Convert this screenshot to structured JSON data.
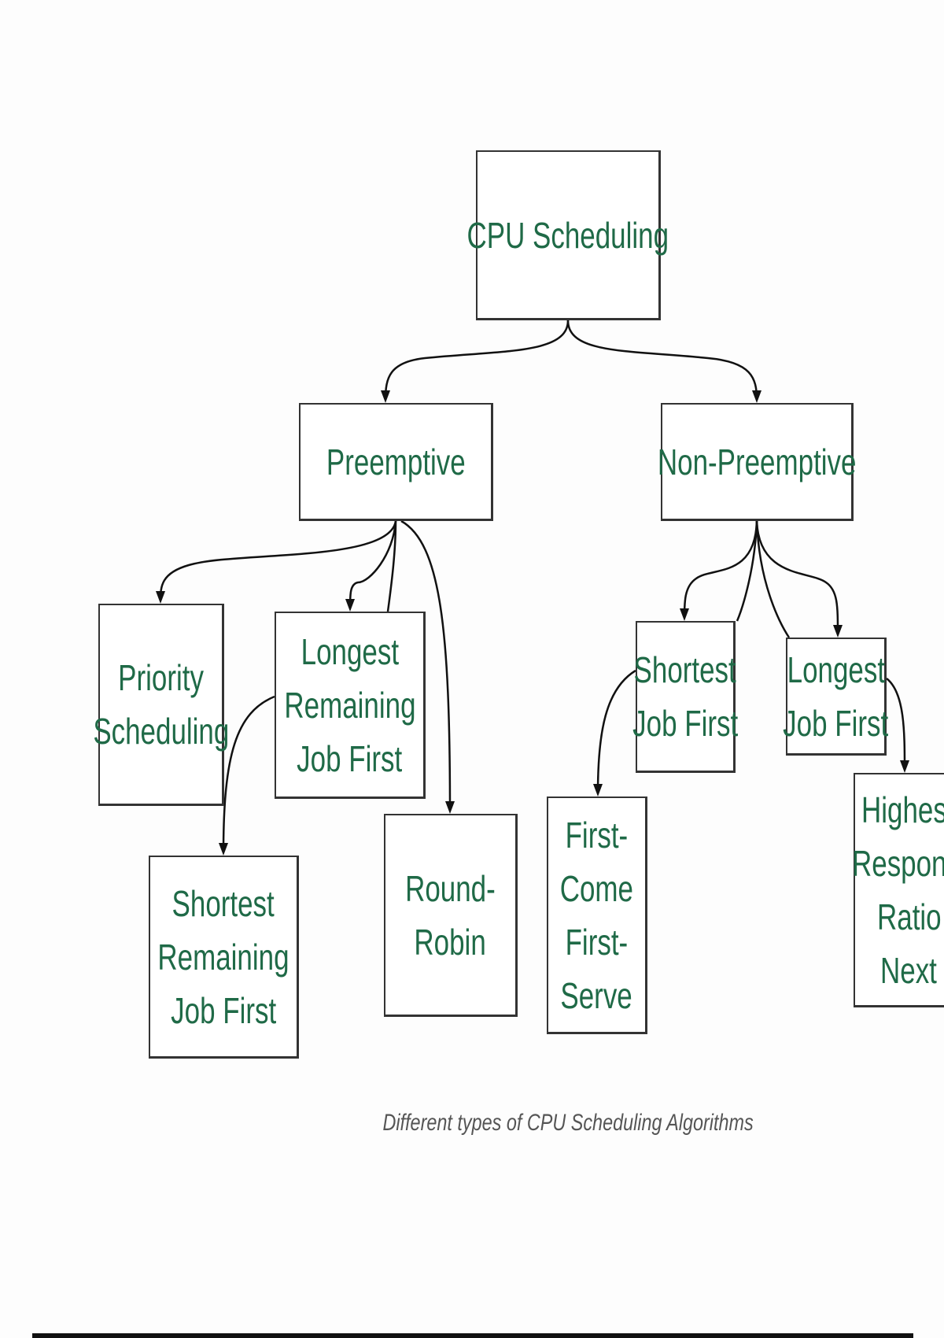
{
  "diagram": {
    "nodes": {
      "root": {
        "lines": [
          "CPU Scheduling"
        ]
      },
      "preemptive": {
        "lines": [
          "Preemptive"
        ]
      },
      "non_preemptive": {
        "lines": [
          "Non-Preemptive"
        ]
      },
      "priority": {
        "lines": [
          "Priority",
          "Scheduling"
        ]
      },
      "lrjf": {
        "lines": [
          "Longest",
          "Remaining",
          "Job First"
        ]
      },
      "srjf": {
        "lines": [
          "Shortest",
          "Remaining",
          "Job First"
        ]
      },
      "round_robin": {
        "lines": [
          "Round-",
          "Robin"
        ]
      },
      "sjf": {
        "lines": [
          "Shortest",
          "Job First"
        ]
      },
      "ljf": {
        "lines": [
          "Longest",
          "Job First"
        ]
      },
      "fcfs": {
        "lines": [
          "First-",
          "Come",
          "First-",
          "Serve"
        ]
      },
      "hrrn": {
        "lines": [
          "Highest",
          "Response",
          "Ratio",
          "Next"
        ]
      }
    },
    "edges": [
      {
        "from": "root",
        "to": "preemptive"
      },
      {
        "from": "root",
        "to": "non_preemptive"
      },
      {
        "from": "preemptive",
        "to": "priority"
      },
      {
        "from": "preemptive",
        "to": "lrjf"
      },
      {
        "from": "preemptive",
        "to": "round_robin"
      },
      {
        "from": "lrjf",
        "to": "srjf"
      },
      {
        "from": "non_preemptive",
        "to": "sjf"
      },
      {
        "from": "non_preemptive",
        "to": "ljf"
      },
      {
        "from": "sjf",
        "to": "fcfs"
      },
      {
        "from": "ljf",
        "to": "hrrn"
      }
    ],
    "text_color": "#1f6a47",
    "caption": "Different types of CPU Scheduling Algorithms"
  }
}
